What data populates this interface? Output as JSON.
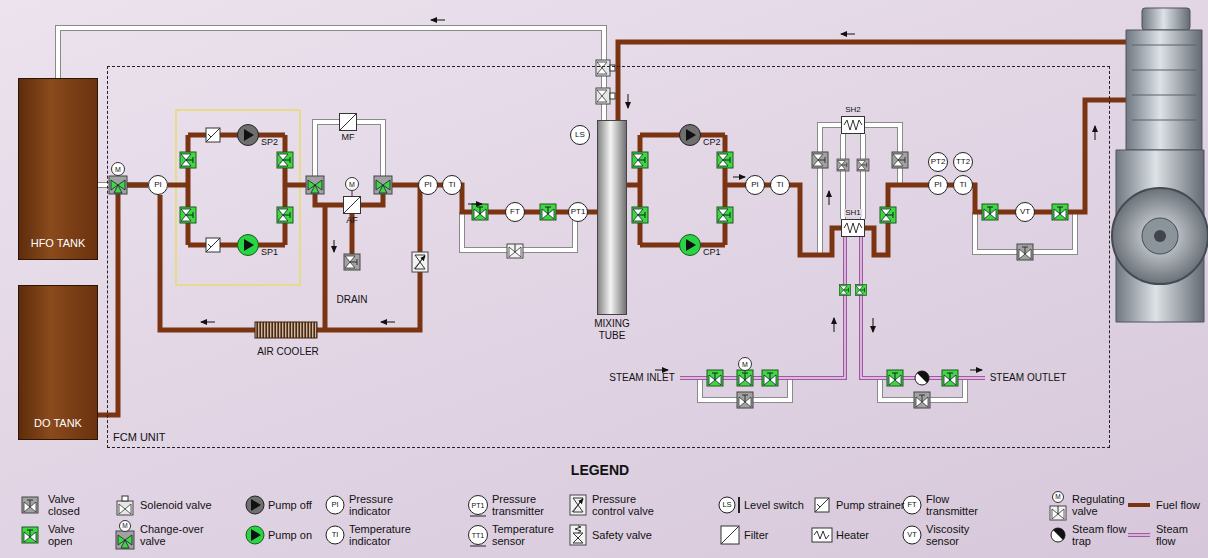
{
  "diagram": {
    "nodes": [
      {
        "text": [
          "HFO TANK"
        ]
      },
      {
        "text": [
          "DO TANK"
        ]
      },
      {
        "text": [
          "FCM UNIT"
        ]
      },
      {
        "text": [
          "PI"
        ],
        "in": 2
      },
      {
        "text": [
          "SP2"
        ],
        "in": 2
      },
      {
        "text": [
          "SP1"
        ],
        "in": 2
      },
      {
        "text": [
          "MF"
        ],
        "in": 2
      },
      {
        "text": [
          "AF"
        ],
        "in": 2
      },
      {
        "text": [
          "PI"
        ],
        "in": 2
      },
      {
        "text": [
          "TI"
        ],
        "in": 2
      },
      {
        "text": [
          "FT"
        ],
        "in": 2
      },
      {
        "text": [
          "PT1"
        ],
        "in": 2
      },
      {
        "text": [
          "LS"
        ],
        "in": 2
      },
      {
        "text": [
          "MIXING TUBE"
        ],
        "in": 2
      },
      {
        "text": [
          "CP2"
        ],
        "in": 2
      },
      {
        "text": [
          "CP1"
        ],
        "in": 2
      },
      {
        "text": [
          "PI"
        ],
        "in": 2
      },
      {
        "text": [
          "TI"
        ],
        "in": 2
      },
      {
        "text": [
          "SH2"
        ],
        "in": 2
      },
      {
        "text": [
          "SH1"
        ],
        "in": 2
      },
      {
        "text": [
          "PT2"
        ],
        "in": 2
      },
      {
        "text": [
          "TT2"
        ],
        "in": 2
      },
      {
        "text": [
          "PI"
        ],
        "in": 2
      },
      {
        "text": [
          "TI"
        ],
        "in": 2
      },
      {
        "text": [
          "VT"
        ],
        "in": 2
      }
    ],
    "edges": [
      {
        "from": 0,
        "to": 3,
        "arrow": "none"
      },
      {
        "from": 1,
        "to": 3,
        "arrow": "none"
      }
    ],
    "labels": [
      "M",
      "M",
      "M",
      "DRAIN",
      "AIR COOLER",
      "STEAM INLET",
      "STEAM OUTLET",
      "LEGEND",
      "M",
      "PI",
      "TI",
      "PT1",
      "TT1",
      "LS",
      "FT",
      "VT",
      "M"
    ],
    "legend": [
      {
        "text": "Valve closed"
      },
      {
        "text": "Valve open"
      },
      {
        "text": "Solenoid valve"
      },
      {
        "text": "Change-over valve"
      },
      {
        "text": "Pump off"
      },
      {
        "text": "Pump on"
      },
      {
        "text": "Pressure indicator"
      },
      {
        "text": "Temperature indicator"
      },
      {
        "text": "Pressure transmitter"
      },
      {
        "text": "Temperature sensor"
      },
      {
        "text": "Pressure control valve"
      },
      {
        "text": "Safety valve"
      },
      {
        "text": "Level switch"
      },
      {
        "text": "Filter"
      },
      {
        "text": "Pump strainer"
      },
      {
        "text": "Heater"
      },
      {
        "text": "Flow transmitter"
      },
      {
        "text": "Viscosity sensor"
      },
      {
        "text": "Regulating valve"
      },
      {
        "text": "Steam flow trap"
      },
      {
        "text": "Fuel flow"
      },
      {
        "text": "Steam flow"
      }
    ]
  }
}
